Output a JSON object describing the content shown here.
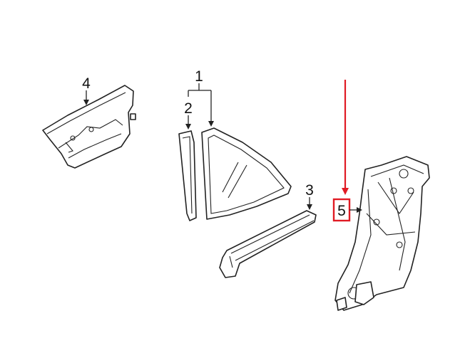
{
  "callouts": [
    {
      "id": "1",
      "text": "1"
    },
    {
      "id": "2",
      "text": "2"
    },
    {
      "id": "3",
      "text": "3"
    },
    {
      "id": "4",
      "text": "4"
    },
    {
      "id": "5",
      "text": "5"
    }
  ],
  "highlight": {
    "part": "5",
    "color": "#e01b24"
  },
  "colors": {
    "line": "#222222",
    "background": "#ffffff"
  }
}
